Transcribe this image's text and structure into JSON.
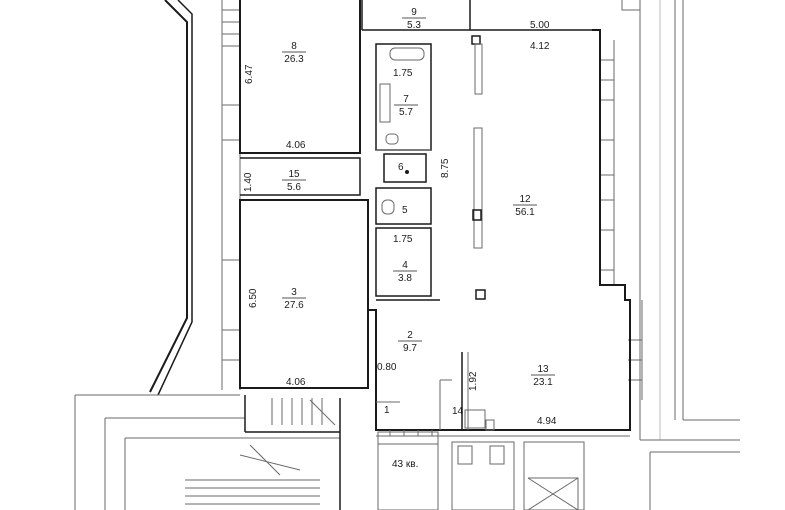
{
  "rooms": [
    {
      "id": "1",
      "number": "1"
    },
    {
      "id": "2",
      "number": "2",
      "area": "9.7"
    },
    {
      "id": "3",
      "number": "3",
      "area": "27.6"
    },
    {
      "id": "4",
      "number": "4",
      "area": "3.8"
    },
    {
      "id": "5",
      "number": "5"
    },
    {
      "id": "6",
      "number": "6"
    },
    {
      "id": "7",
      "number": "7",
      "area": "5.7"
    },
    {
      "id": "8",
      "number": "8",
      "area": "26.3"
    },
    {
      "id": "9",
      "number": "9",
      "area": "5.3"
    },
    {
      "id": "12",
      "number": "12",
      "area": "56.1"
    },
    {
      "id": "13",
      "number": "13",
      "area": "23.1"
    },
    {
      "id": "14",
      "number": "14"
    },
    {
      "id": "15",
      "number": "15",
      "area": "5.6"
    }
  ],
  "dimensions": {
    "d_500": "5.00",
    "d_412": "4.12",
    "d_647": "6.47",
    "d_175a": "1.75",
    "d_406a": "4.06",
    "d_140": "1.40",
    "d_875": "8.75",
    "d_175b": "1.75",
    "d_650": "6.50",
    "d_080": "0.80",
    "d_192": "1.92",
    "d_406b": "4.06",
    "d_494": "4.94"
  },
  "apartment_label": "43 кв."
}
